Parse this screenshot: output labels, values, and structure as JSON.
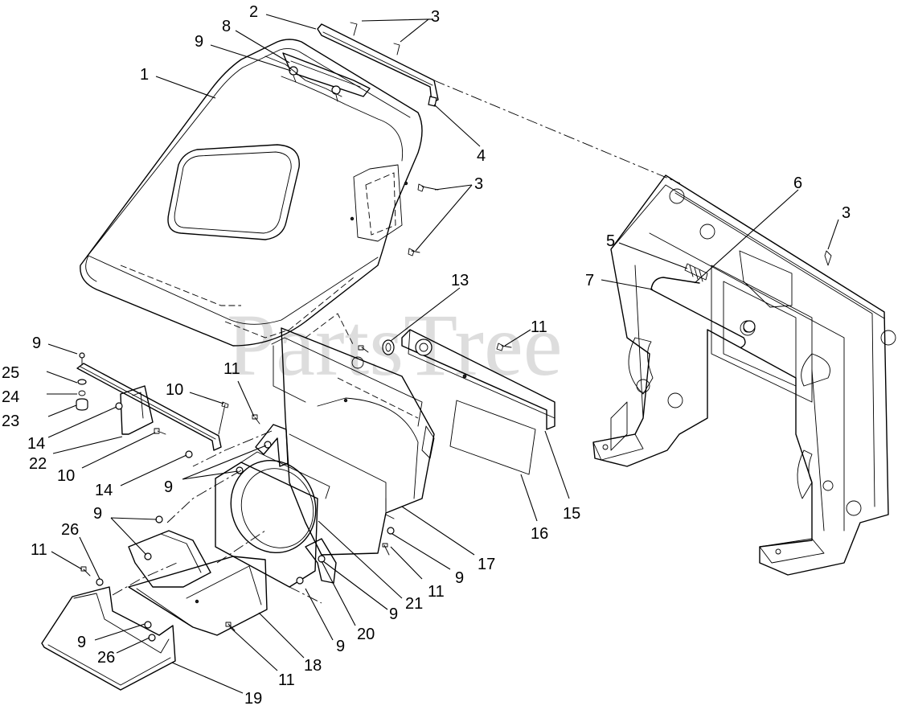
{
  "watermark": "PartsTree",
  "callouts": [
    {
      "id": "c-1",
      "label": "1"
    },
    {
      "id": "c-2",
      "label": "2"
    },
    {
      "id": "c-3a",
      "label": "3"
    },
    {
      "id": "c-3b",
      "label": "3"
    },
    {
      "id": "c-3c",
      "label": "3"
    },
    {
      "id": "c-4",
      "label": "4"
    },
    {
      "id": "c-5",
      "label": "5"
    },
    {
      "id": "c-6",
      "label": "6"
    },
    {
      "id": "c-7",
      "label": "7"
    },
    {
      "id": "c-8",
      "label": "8"
    },
    {
      "id": "c-9a",
      "label": "9"
    },
    {
      "id": "c-9b",
      "label": "9"
    },
    {
      "id": "c-9c",
      "label": "9"
    },
    {
      "id": "c-9d",
      "label": "9"
    },
    {
      "id": "c-9e",
      "label": "9"
    },
    {
      "id": "c-9f",
      "label": "9"
    },
    {
      "id": "c-9g",
      "label": "9"
    },
    {
      "id": "c-9h",
      "label": "9"
    },
    {
      "id": "c-10a",
      "label": "10"
    },
    {
      "id": "c-10b",
      "label": "10"
    },
    {
      "id": "c-11a",
      "label": "11"
    },
    {
      "id": "c-11b",
      "label": "11"
    },
    {
      "id": "c-11c",
      "label": "11"
    },
    {
      "id": "c-11d",
      "label": "11"
    },
    {
      "id": "c-11e",
      "label": "11"
    },
    {
      "id": "c-13",
      "label": "13"
    },
    {
      "id": "c-14a",
      "label": "14"
    },
    {
      "id": "c-14b",
      "label": "14"
    },
    {
      "id": "c-15",
      "label": "15"
    },
    {
      "id": "c-16",
      "label": "16"
    },
    {
      "id": "c-17",
      "label": "17"
    },
    {
      "id": "c-18",
      "label": "18"
    },
    {
      "id": "c-19",
      "label": "19"
    },
    {
      "id": "c-20",
      "label": "20"
    },
    {
      "id": "c-21",
      "label": "21"
    },
    {
      "id": "c-22",
      "label": "22"
    },
    {
      "id": "c-23",
      "label": "23"
    },
    {
      "id": "c-24",
      "label": "24"
    },
    {
      "id": "c-25",
      "label": "25"
    },
    {
      "id": "c-26a",
      "label": "26"
    },
    {
      "id": "c-26b",
      "label": "26"
    }
  ]
}
